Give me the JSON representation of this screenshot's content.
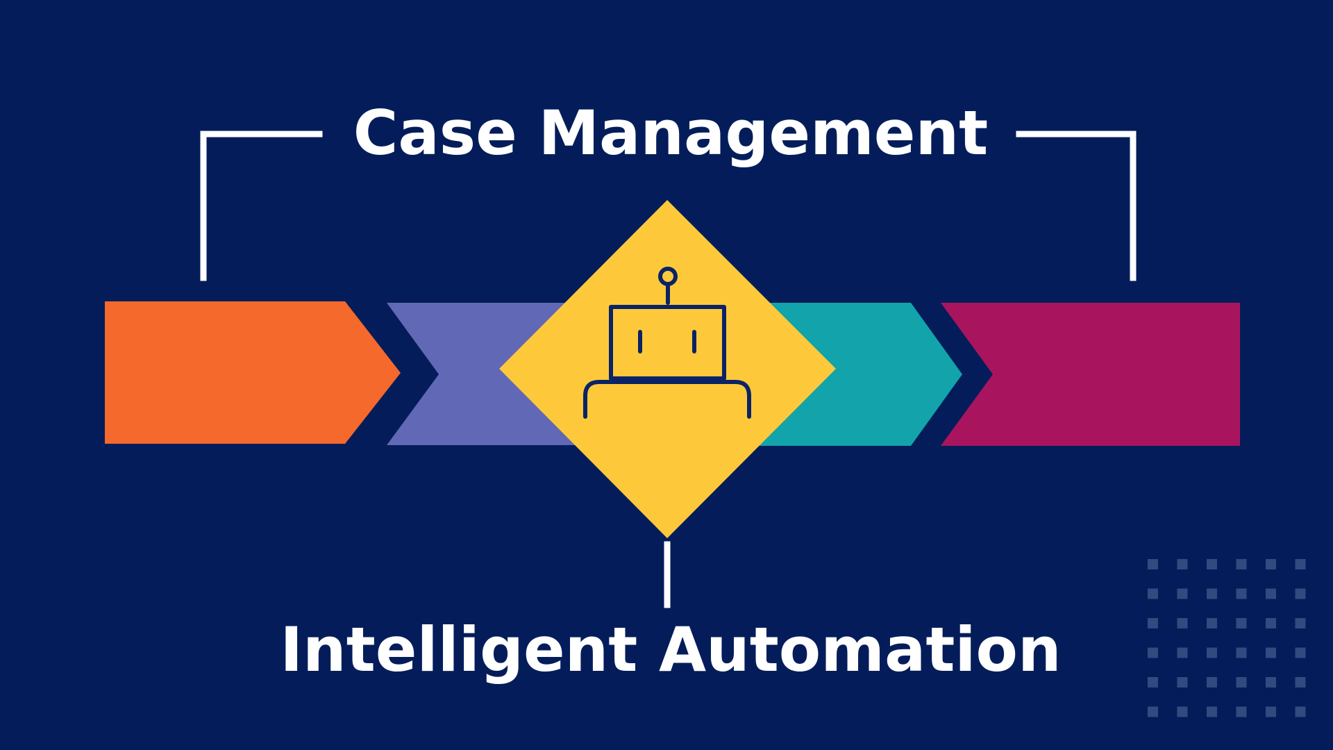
{
  "diagram": {
    "top_label": "Case Management",
    "bottom_label": "Intelligent Automation"
  },
  "colors": {
    "background": "#041d5a",
    "orange": "#f5692c",
    "purple": "#6168b6",
    "yellow": "#fdc93b",
    "teal": "#12a4aa",
    "magenta": "#a8155e",
    "line": "#ffffff",
    "icon_stroke": "#0b2366",
    "dot": "#5a6f9e"
  },
  "icons": {
    "center": "robot-icon",
    "decoration": "dot-grid"
  }
}
